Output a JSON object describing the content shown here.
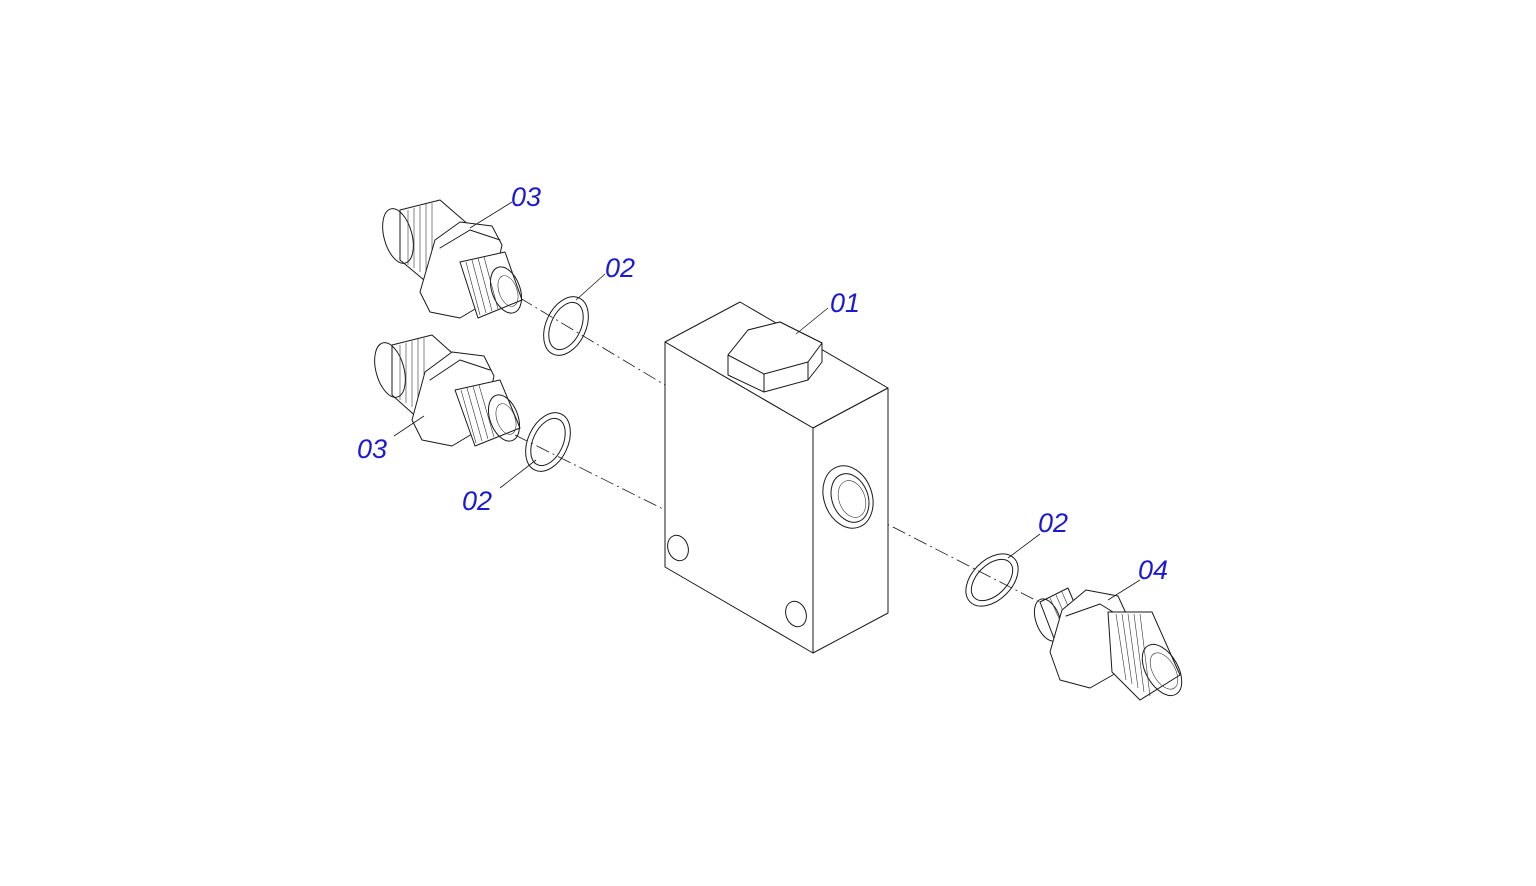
{
  "diagram": {
    "label_color": "#1a1ad6",
    "line_color": "#1a1a1a",
    "callouts": [
      {
        "id": "01",
        "text": "01",
        "part": "valve-body-with-hex-plug"
      },
      {
        "id": "02a",
        "text": "02",
        "part": "o-ring-upper-left"
      },
      {
        "id": "02b",
        "text": "02",
        "part": "o-ring-lower-left"
      },
      {
        "id": "02c",
        "text": "02",
        "part": "o-ring-right"
      },
      {
        "id": "03a",
        "text": "03",
        "part": "fitting-upper-left"
      },
      {
        "id": "03b",
        "text": "03",
        "part": "fitting-lower-left"
      },
      {
        "id": "04",
        "text": "04",
        "part": "fitting-right"
      }
    ]
  }
}
